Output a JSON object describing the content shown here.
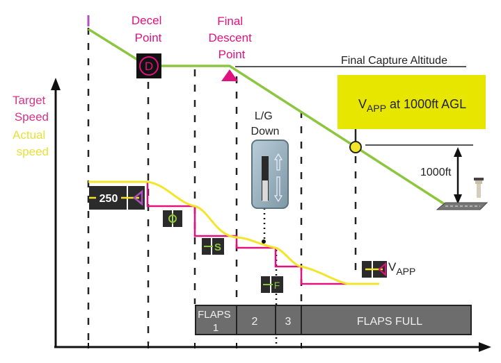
{
  "labels": {
    "decel_line1": "Decel",
    "decel_line2": "Point",
    "decel_marker": "D",
    "fdp_line1": "Final",
    "fdp_line2": "Descent",
    "fdp_line3": "Point",
    "final_capture_altitude": "Final Capture Altitude",
    "vapp_box_v": "V",
    "vapp_box_sub": "APP",
    "vapp_box_rest": " at 1000ft AGL",
    "target_speed_1": "Target",
    "target_speed_2": "Speed",
    "actual_speed_1": "Actual",
    "actual_speed_2": "speed",
    "lg_line1": "L/G",
    "lg_line2": "Down",
    "height_1000": "1000ft",
    "speed_250": "250",
    "green_dot": "O",
    "s_speed": "S",
    "f_speed": "F",
    "vapp_v": "V",
    "vapp_sub": "APP"
  },
  "flaps": [
    {
      "line1": "FLAPS",
      "line2": "1"
    },
    {
      "line1": "2",
      "line2": ""
    },
    {
      "line1": "3",
      "line2": ""
    },
    {
      "line1": "FLAPS FULL",
      "line2": ""
    }
  ],
  "colors": {
    "magenta": "#e0127f",
    "target_speed_text": "#d6338a",
    "actual_speed_text": "#e8e03a",
    "profile_green": "#8cc63f",
    "speed_yellow": "#f2e52a",
    "vapp_box": "#e6e600",
    "flaps_bar": "#6d6d6d",
    "display_box": "#2b2b2b"
  }
}
